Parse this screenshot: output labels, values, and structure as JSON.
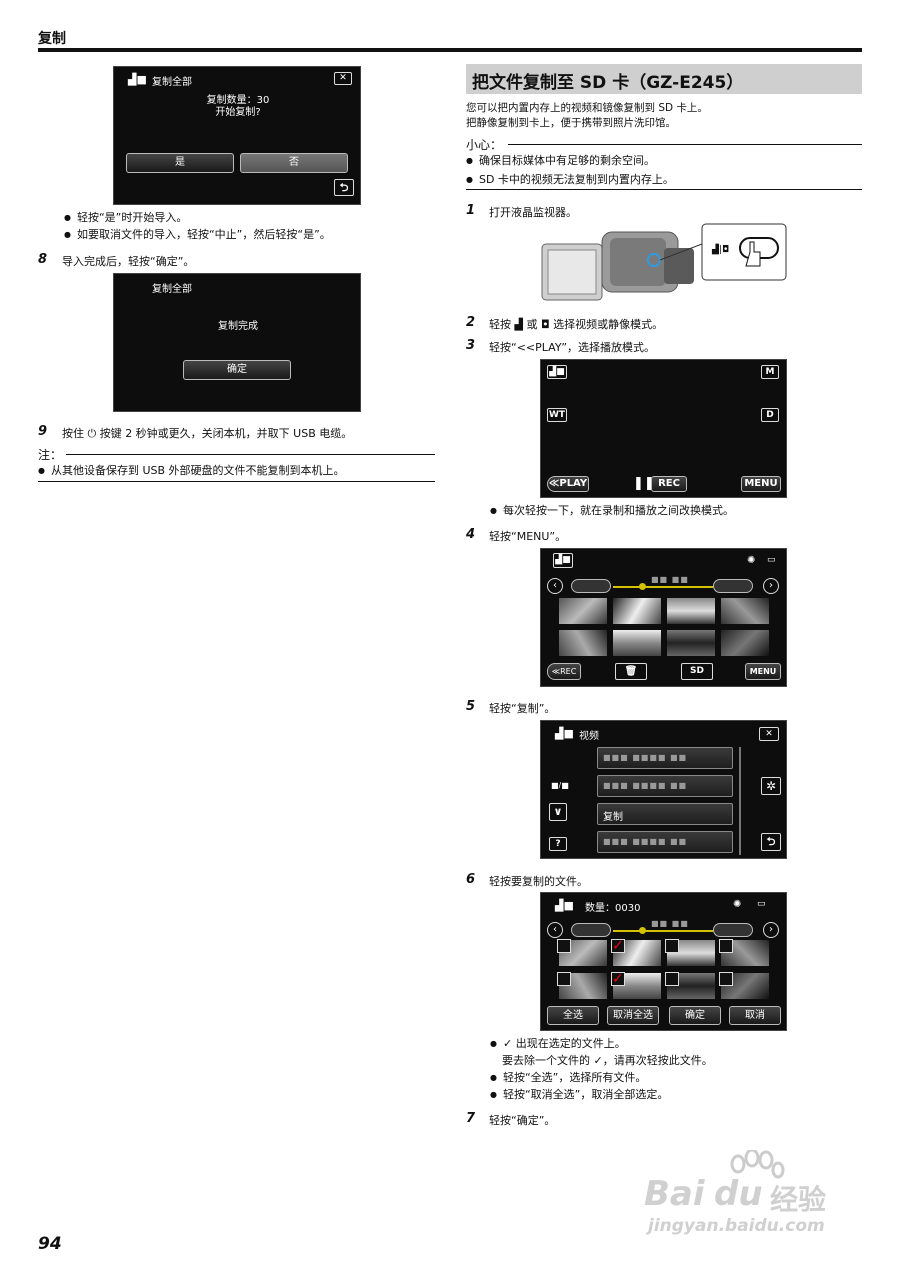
{
  "header": {
    "title": "复制"
  },
  "left": {
    "screen1": {
      "title": "复制全部",
      "line1": "复制数量：30",
      "line2": "开始复制?",
      "yes": "是",
      "no": "否",
      "close": "✕",
      "back": "⮌"
    },
    "bullets1": [
      "轻按“是”时开始导入。",
      "如要取消文件的导入，轻按“中止”，然后轻按“是”。"
    ],
    "step8": {
      "num": "8",
      "text": "导入完成后，轻按“确定”。"
    },
    "screen2": {
      "title": "复制全部",
      "msg": "复制完成",
      "ok": "确定"
    },
    "step9": {
      "num": "9",
      "text": "按住 ⏻ 按键 2 秒钟或更久，关闭本机，并取下 USB 电缆。"
    },
    "note": {
      "label": "注：",
      "text": "从其他设备保存到 USB 外部硬盘的文件不能复制到本机上。"
    }
  },
  "right": {
    "section_title": "把文件复制至 SD 卡（GZ-E245）",
    "intro1": "您可以把内置内存上的视频和镜像复制到 SD 卡上。",
    "intro2": "把静像复制到卡上，便于携带到照片洗印馆。",
    "caution_label": "小心：",
    "caution": [
      "确保目标媒体中有足够的剩余空间。",
      "SD 卡中的视频无法复制到内置内存上。"
    ],
    "step1": {
      "num": "1",
      "text": "打开液晶监视器。"
    },
    "step2": {
      "num": "2",
      "text": "轻按 ▟ 或 ◘ 选择视频或静像模式。"
    },
    "step3": {
      "num": "3",
      "text": "轻按“<<PLAY”，选择播放模式。"
    },
    "screen3": {
      "m": "M",
      "wt": "WT",
      "d": "D",
      "play": "≪PLAY",
      "rec": "REC",
      "menu": "MENU"
    },
    "bullet3": "每次轻按一下，就在录制和播放之间改换模式。",
    "step4": {
      "num": "4",
      "text": "轻按“MENU”。"
    },
    "screen4": {
      "rec": "≪REC",
      "sd": "SD",
      "menu": "MENU"
    },
    "step5": {
      "num": "5",
      "text": "轻按“复制”。"
    },
    "screen5": {
      "title": "视频",
      "copy": "复制",
      "page": "■/■",
      "help": "?"
    },
    "step6": {
      "num": "6",
      "text": "轻按要复制的文件。"
    },
    "screen6": {
      "count": "数量：0030",
      "select_all": "全选",
      "deselect_all": "取消全选",
      "ok": "确定",
      "cancel": "取消"
    },
    "bullets6": [
      "✓ 出现在选定的文件上。",
      "要去除一个文件的 ✓，请再次轻按此文件。",
      "轻按“全选”，选择所有文件。",
      "轻按“取消全选”，取消全部选定。"
    ],
    "step7": {
      "num": "7",
      "text": "轻按“确定”。"
    }
  },
  "footer": {
    "page": "94",
    "wm1": "Bai",
    "wm2": "du",
    "wm3": "经验",
    "wm_url": "jingyan.baidu.com"
  }
}
